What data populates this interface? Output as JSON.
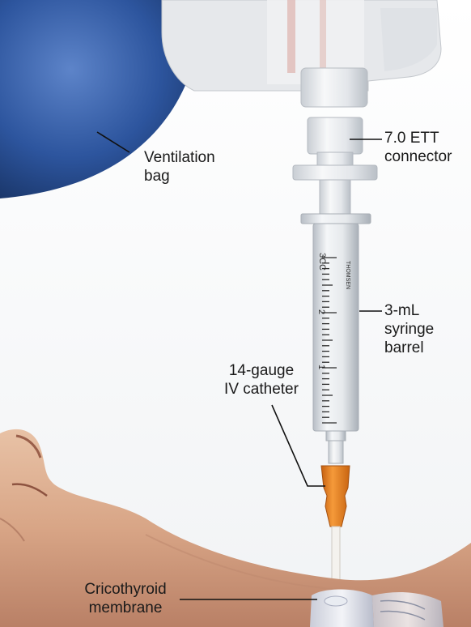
{
  "labels": {
    "ventilation_bag": [
      "Ventilation",
      "bag"
    ],
    "ett_connector": [
      "7.0 ETT",
      "connector"
    ],
    "syringe_barrel": [
      "3-mL",
      "syringe",
      "barrel"
    ],
    "iv_catheter": [
      "14-gauge",
      "IV catheter"
    ],
    "cricothyroid_membrane": [
      "Cricothyroid",
      "membrane"
    ]
  },
  "syringe_markings": {
    "brand": "THOMSEN",
    "scale_top": "3CC",
    "scale_mid": "2",
    "scale_low": "1"
  },
  "colors": {
    "bag_blue": "#2a4f96",
    "catheter_orange": "#e8821e",
    "skin": "#d9a98a",
    "plastic": "#e9ecef"
  }
}
